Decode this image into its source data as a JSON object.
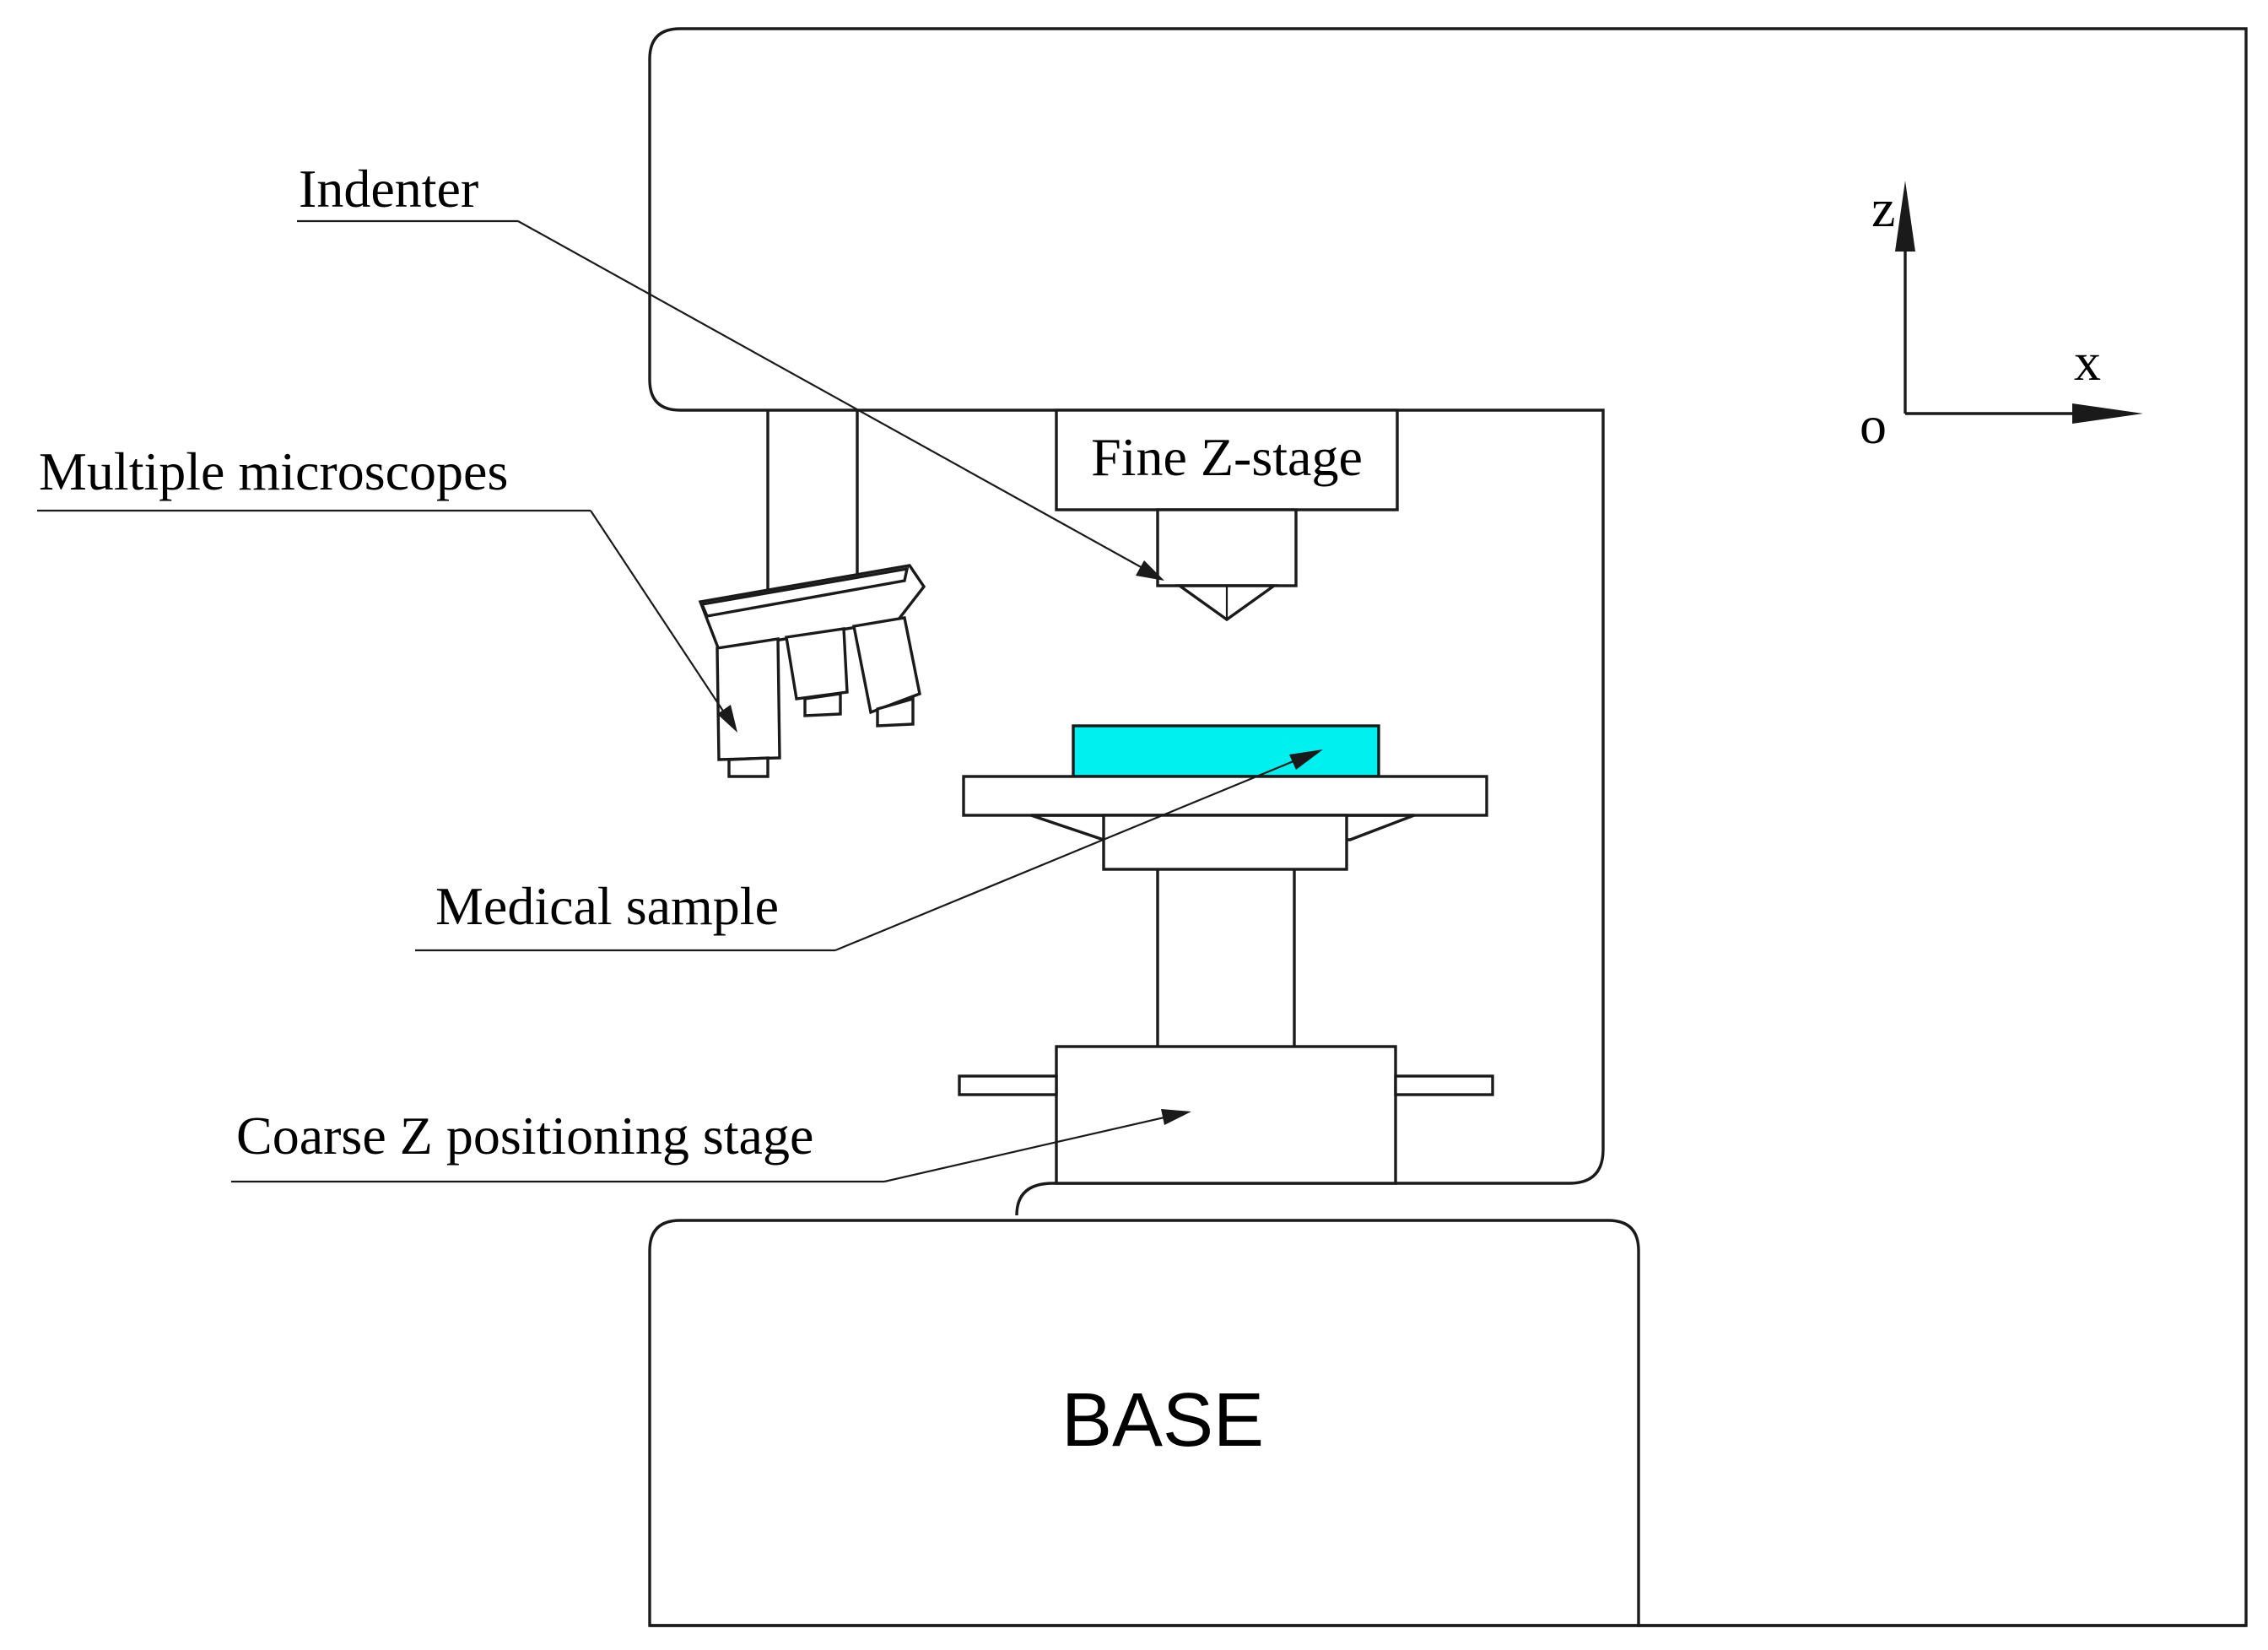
{
  "labels": {
    "indenter": "Indenter",
    "fine_z_stage": "Fine Z-stage",
    "multiple_microscopes": "Multiple microscopes",
    "medical_sample": "Medical sample",
    "coarse_z_stage": "Coarse Z positioning stage",
    "base": "BASE"
  },
  "axes": {
    "z": "z",
    "x": "x",
    "origin": "o"
  },
  "colors": {
    "sample_fill": "#00f0f0",
    "line": "#1a1a1a"
  }
}
